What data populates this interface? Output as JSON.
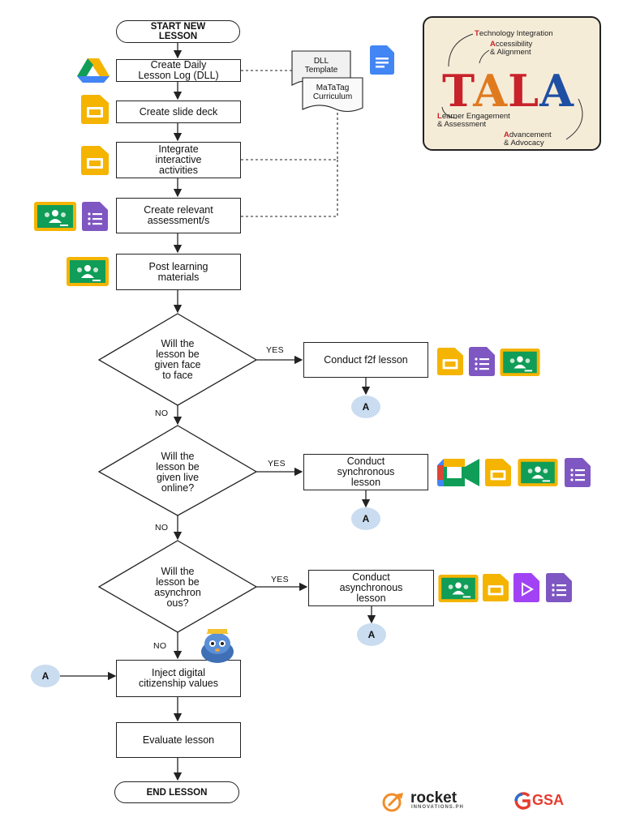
{
  "flowchart": {
    "start": "START NEW\nLESSON",
    "end": "END LESSON",
    "steps": {
      "create_dll": "Create Daily\nLesson Log (DLL)",
      "create_slides": "Create slide deck",
      "integrate": "Integrate\ninteractive\nactivities",
      "assessment": "Create relevant\nassessment/s",
      "post": "Post learning\nmaterials",
      "inject": "Inject digital\ncitizenship values",
      "evaluate": "Evaluate lesson"
    },
    "decisions": {
      "f2f": "Will the\nlesson be\ngiven face\nto face",
      "live": "Will the\nlesson be\ngiven live\nonline?",
      "async": "Will the\nlesson be\nasynchron\nous?"
    },
    "outcomes": {
      "f2f": "Conduct f2f lesson",
      "sync": "Conduct\nsynchronous\nlesson",
      "async": "Conduct\nasynchronous\nlesson"
    },
    "labels": {
      "yes": "YES",
      "no": "NO",
      "connector": "A"
    },
    "documents": {
      "dll_template": "DLL\nTemplate",
      "curriculum": "MaTaTag\nCurriculum"
    }
  },
  "tala": {
    "word": "TALA",
    "items": [
      {
        "initial": "T",
        "rest": "echnology Integration"
      },
      {
        "initial": "A",
        "rest": "ccessibility\n& Alignment"
      },
      {
        "initial": "L",
        "rest": "earner Engagement\n& Assessment"
      },
      {
        "initial": "A",
        "rest": "dvancement\n& Advocacy"
      }
    ]
  },
  "logos": {
    "rocket": "rocket",
    "rocket_sub": "INNOVATIONS.PH",
    "gsa": "GSA"
  },
  "icons": [
    "google-drive-icon",
    "google-docs-icon",
    "google-slides-icon",
    "google-classroom-icon",
    "google-forms-icon",
    "google-meet-icon",
    "google-vids-icon",
    "mascot-icon"
  ],
  "colors": {
    "slides": "#F4B400",
    "forms": "#7E57C2",
    "classroom": "#0F9D58",
    "docs": "#4285F4",
    "connector": "#C9DCF0",
    "tala_bg": "#F5ECD8",
    "tala_red": "#C8222B",
    "gsa_red": "#E63B2E",
    "rocket_orange": "#F28C28"
  }
}
